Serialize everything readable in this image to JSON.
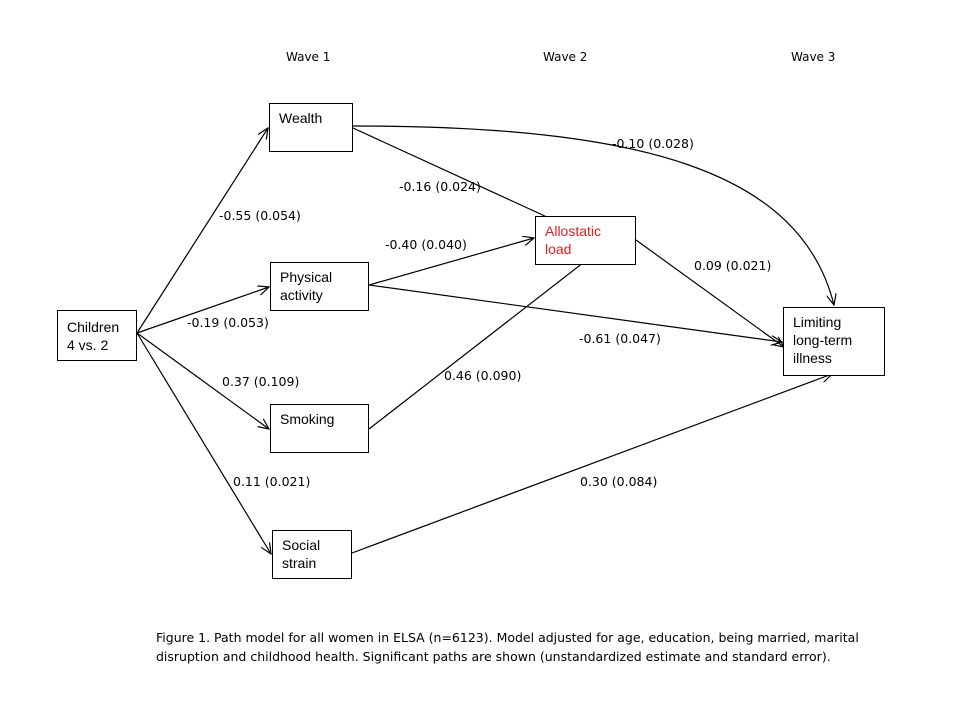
{
  "waves": [
    "Wave 1",
    "Wave 2",
    "Wave 3"
  ],
  "nodes": {
    "children": [
      "Children",
      "4 vs. 2"
    ],
    "wealth": [
      "Wealth"
    ],
    "physical_activity": [
      "Physical",
      "activity"
    ],
    "smoking": [
      "Smoking"
    ],
    "social_strain": [
      "Social",
      "strain"
    ],
    "allostatic_load": [
      "Allostatic",
      "load"
    ],
    "limiting_illness": [
      "Limiting",
      "long-term",
      "illness"
    ]
  },
  "colors": {
    "allostatic_load_text": "#e02020",
    "lines": "#000000"
  },
  "paths": [
    {
      "from": "children",
      "to": "wealth",
      "estimate": "-0.55 (0.054)"
    },
    {
      "from": "children",
      "to": "physical_activity",
      "estimate": "-0.19 (0.053)"
    },
    {
      "from": "children",
      "to": "smoking",
      "estimate": "0.37 (0.109)"
    },
    {
      "from": "children",
      "to": "social_strain",
      "estimate": "0.11 (0.021)"
    },
    {
      "from": "wealth",
      "to": "allostatic_load",
      "estimate": "-0.16 (0.024)"
    },
    {
      "from": "wealth",
      "to": "limiting_illness",
      "estimate": "-0.10 (0.028)"
    },
    {
      "from": "physical_activity",
      "to": "allostatic_load",
      "estimate": "-0.40 (0.040)"
    },
    {
      "from": "physical_activity",
      "to": "limiting_illness",
      "estimate": "-0.61 (0.047)"
    },
    {
      "from": "smoking",
      "to": "allostatic_load",
      "estimate": "0.46 (0.090)"
    },
    {
      "from": "allostatic_load",
      "to": "limiting_illness",
      "estimate": "0.09 (0.021)"
    },
    {
      "from": "social_strain",
      "to": "limiting_illness",
      "estimate": "0.30 (0.084)"
    }
  ],
  "caption": "Figure 1. Path model for all women in ELSA (n=6123). Model adjusted for age, education, being married, marital disruption and childhood health. Significant paths are shown (unstandardized estimate and standard error)."
}
